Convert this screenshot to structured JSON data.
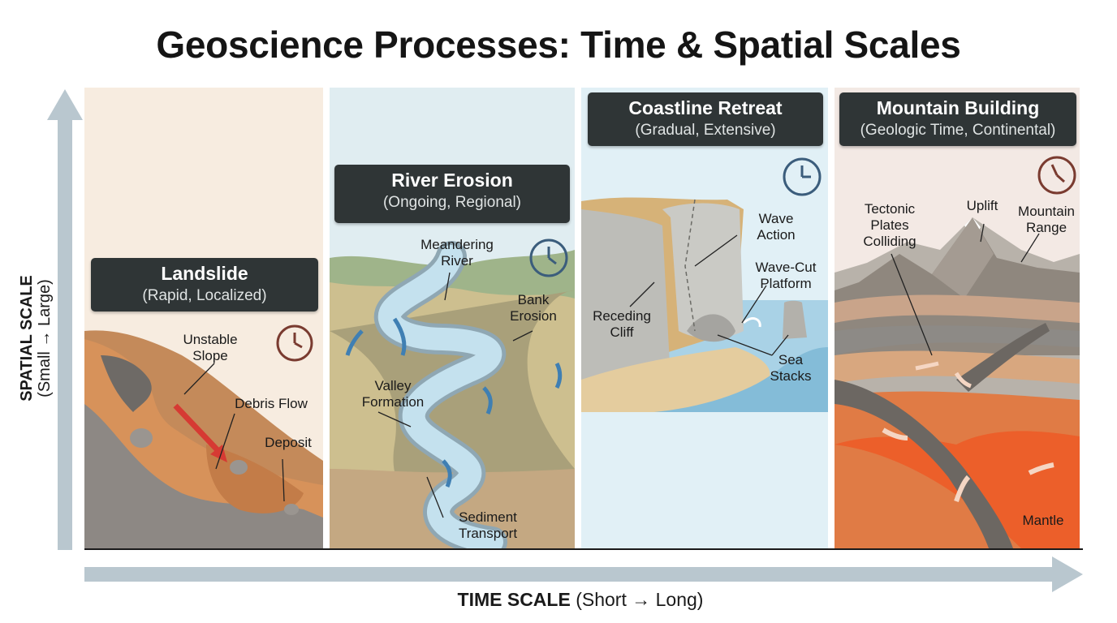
{
  "title": "Geoscience Processes: Time & Spatial Scales",
  "axes": {
    "y_label_bold": "SPATIAL SCALE",
    "y_label_rest": "(Small → Large)",
    "x_label_bold": "TIME SCALE",
    "x_label_rest": "(Short → Long)"
  },
  "colors": {
    "label_box": "#2f3536",
    "clock_red": "#7a3b30",
    "clock_blue": "#3b5d7c",
    "axis_arrow": "#b9c7cf"
  },
  "panels": [
    {
      "title": "Landslide",
      "subtitle": "(Rapid, Localized)",
      "icon": "clock-icon",
      "annotations": [
        "Unstable Slope",
        "Debris Flow",
        "Deposit"
      ]
    },
    {
      "title": "River Erosion",
      "subtitle": "(Ongoing, Regional)",
      "icon": "clock-icon",
      "annotations": [
        "Meandering River",
        "Bank Erosion",
        "Valley Formation",
        "Sediment Transport"
      ]
    },
    {
      "title": "Coastline Retreat",
      "subtitle": "(Gradual, Extensive)",
      "icon": "clock-icon",
      "annotations": [
        "Wave Action",
        "Wave-Cut Platform",
        "Receding Cliff",
        "Sea Stacks"
      ]
    },
    {
      "title": "Mountain Building",
      "subtitle": "(Geologic Time, Continental)",
      "icon": "clock-icon",
      "annotations": [
        "Tectonic Plates Colliding",
        "Uplift",
        "Mountain Range",
        "Mantle"
      ]
    }
  ]
}
